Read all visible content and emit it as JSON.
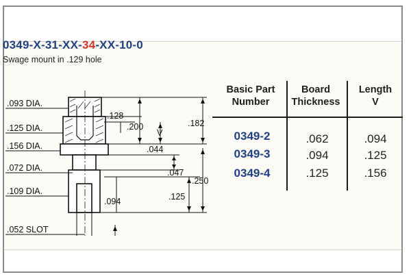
{
  "header": {
    "part_prefix": "0349-X-31-XX-",
    "part_highlight": "34",
    "part_suffix": "-XX-10-0",
    "subtitle": "Swage mount in .129 hole",
    "highlight_color": "#e0322a",
    "title_color": "#1f3f87"
  },
  "drawing": {
    "labels": {
      "d093": ".093 DIA.",
      "d125": ".125 DIA.",
      "d156": ".156 DIA.",
      "d072": ".072 DIA.",
      "d109": ".109 DIA.",
      "slot": ".052 SLOT",
      "v128": ".128",
      "v200": ".200",
      "vV": "V",
      "v182": ".182",
      "v044": ".044",
      "v047": ".047",
      "v250": ".250",
      "v125": ".125",
      "v094": ".094"
    }
  },
  "table": {
    "headers": [
      {
        "line1": "Basic Part",
        "line2": "Number"
      },
      {
        "line1": "Board",
        "line2": "Thickness"
      },
      {
        "line1": "Length",
        "line2": "V"
      }
    ],
    "rows": [
      {
        "part": "0349-2",
        "board": ".062",
        "length": ".094"
      },
      {
        "part": "0349-3",
        "board": ".094",
        "length": ".125"
      },
      {
        "part": "0349-4",
        "board": ".125",
        "length": ".156"
      }
    ]
  }
}
